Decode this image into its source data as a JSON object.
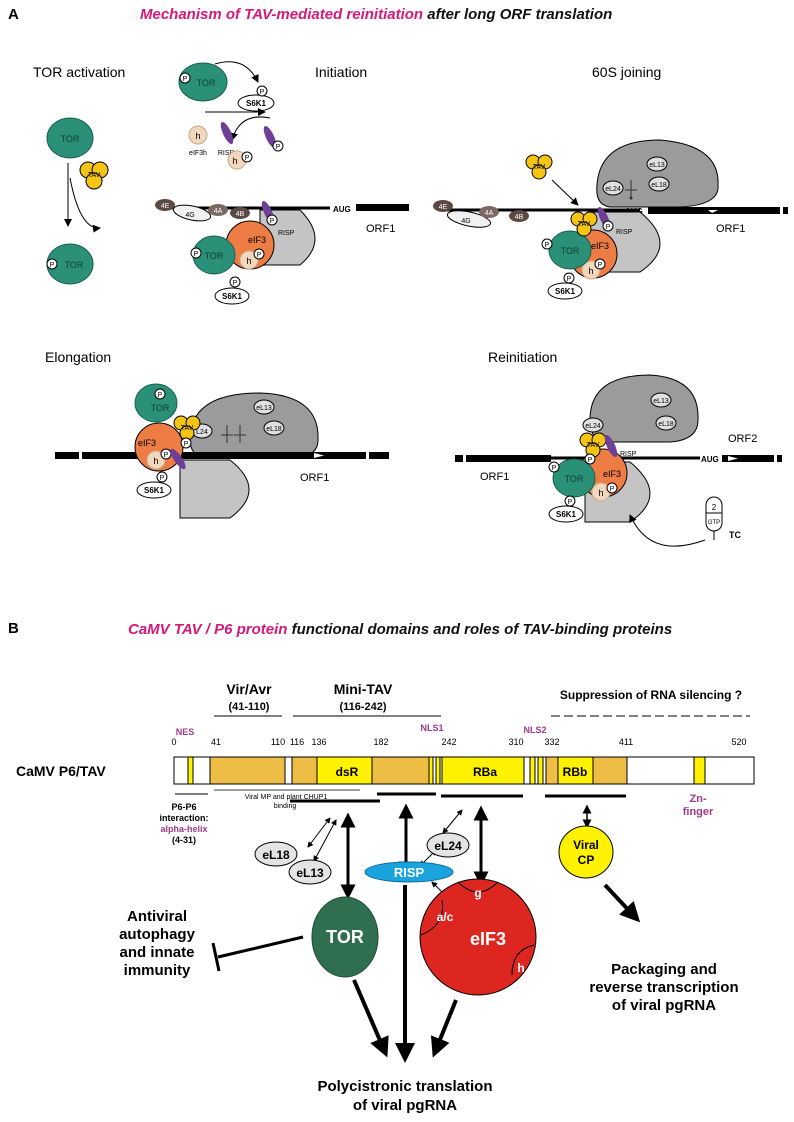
{
  "panel_a": {
    "letter": "A",
    "title_highlight": "Mechanism of TAV-mediated reinitiation",
    "title_rest": " after long ORF translation",
    "steps": {
      "tor_activation": "TOR activation",
      "initiation": "Initiation",
      "joining": "60S joining",
      "elongation": "Elongation",
      "reinitiation": "Reinitiation"
    },
    "labels": {
      "tor": "TOR",
      "tav": "TAV",
      "p": "P",
      "h": "h",
      "s6k1": "S6K1",
      "eif3h": "eIF3h",
      "risp": "RISP",
      "eif3": "eIF3",
      "e4e": "4E",
      "e4g": "4G",
      "e4a": "4A",
      "e4b": "4B",
      "aug": "AUG",
      "orf1": "ORF1",
      "orf2": "ORF2",
      "el13": "eL13",
      "el18": "eL18",
      "el24": "eL24",
      "l24": "L24",
      "tc": "TC",
      "gtp": "GTP",
      "two": "2"
    }
  },
  "panel_b": {
    "letter": "B",
    "title_highlight": "CaMV TAV / P6 protein",
    "title_rest": " functional domains and roles of TAV-binding proteins",
    "protein_label": "CaMV P6/TAV",
    "vir_avr": "Vir/Avr",
    "vir_avr_range": "(41-110)",
    "mini_tav": "Mini-TAV",
    "mini_tav_range": "(116-242)",
    "suppression": "Suppression of RNA silencing ?",
    "nes": "NES",
    "nls1": "NLS1",
    "nls2": "NLS2",
    "positions": [
      "0",
      "41",
      "110",
      "116",
      "136",
      "182",
      "242",
      "310",
      "332",
      "411",
      "520"
    ],
    "domains": {
      "dsr": "dsR",
      "rba": "RBa",
      "rbb": "RBb"
    },
    "zn_finger_1": "Zn-",
    "zn_finger_2": "finger",
    "p6p6_1": "P6-P6",
    "p6p6_2": "interaction:",
    "p6p6_3": "alpha-helix",
    "p6p6_4": "(4-31)",
    "viral_mp": "Viral MP and plant CHUP1",
    "binding": "binding",
    "el18": "eL18",
    "el13": "eL13",
    "el24": "eL24",
    "risp": "RISP",
    "tor": "TOR",
    "eif3": "eIF3",
    "eif3_g": "g",
    "eif3_ac": "a/c",
    "eif3_h": "h",
    "viral_cp_1": "Viral",
    "viral_cp_2": "CP",
    "antiviral_1": "Antiviral",
    "antiviral_2": "autophagy",
    "antiviral_3": "and innate",
    "antiviral_4": "immunity",
    "packaging_1": "Packaging and",
    "packaging_2": "reverse transcription",
    "packaging_3": "of viral pgRNA",
    "translation_1": "Polycistronic translation",
    "translation_2": "of viral pgRNA"
  },
  "colors": {
    "magenta": "#d4197a",
    "tor_green": "#2a9178",
    "tor_dark": "#2f6e4f",
    "tav_yellow": "#f6c514",
    "eif3_orange": "#ee7d45",
    "ribosome_grey": "#9b9b9b",
    "small_subunit": "#c4c4c4",
    "risp_purple": "#6d3f96",
    "risp_blue": "#1aa3dd",
    "eif3_red": "#dd2620",
    "domain_orange": "#eebd45",
    "domain_yellow": "#fff200"
  }
}
